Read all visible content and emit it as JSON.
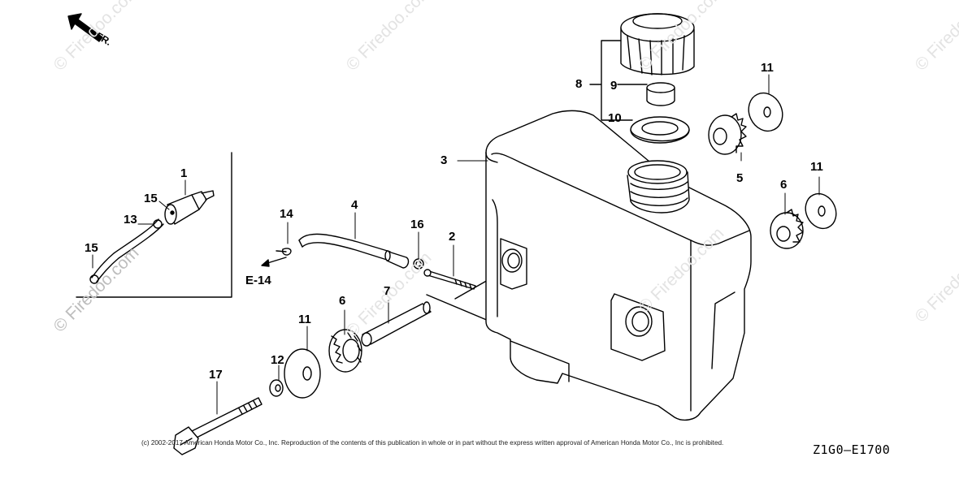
{
  "direction_label": "FR.",
  "callouts": {
    "c1": "1",
    "c2": "2",
    "c3": "3",
    "c4": "4",
    "c5": "5",
    "c6a": "6",
    "c6b": "6",
    "c7": "7",
    "c8": "8",
    "c9": "9",
    "c10": "10",
    "c11a": "11",
    "c11b": "11",
    "c11c": "11",
    "c12": "12",
    "c13": "13",
    "c14": "14",
    "c15a": "15",
    "c15b": "15",
    "c16": "16",
    "c17": "17"
  },
  "reference_label": "E-14",
  "copyright": "(c) 2002-2017 American Honda Motor Co., Inc. Reproduction of the contents of this publication in whole or in part without the express written approval of American Honda Motor Co., Inc is prohibited.",
  "diagram_code": "Z1G0—E1700",
  "watermark": "© Firedoo.com"
}
